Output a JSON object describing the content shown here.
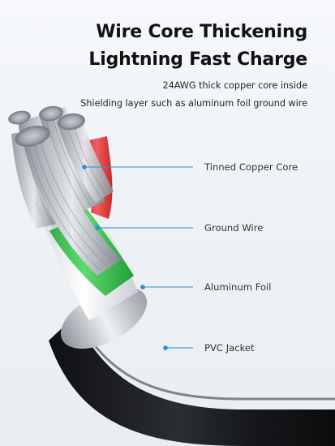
{
  "header": {
    "title_line1": "Wire Core Thickening",
    "title_line2": "Lightning Fast Charge",
    "subtitle_line1": "24AWG thick copper core inside",
    "subtitle_line2": "Shielding layer such as aluminum foil ground wire"
  },
  "callouts": [
    {
      "label": "Tinned Copper Core"
    },
    {
      "label": "Ground Wire"
    },
    {
      "label": "Aluminum Foil"
    },
    {
      "label": "PVC Jacket"
    }
  ],
  "colors": {
    "callout_line": "#2d8fd6",
    "jacket": "#1b1d20",
    "ground_wire": "#39b84c",
    "red_insulation": "#e23a3a",
    "white_insulation": "#e9ecef",
    "foil": "#c9ced4",
    "copper_strand": "#b7bcc3"
  }
}
